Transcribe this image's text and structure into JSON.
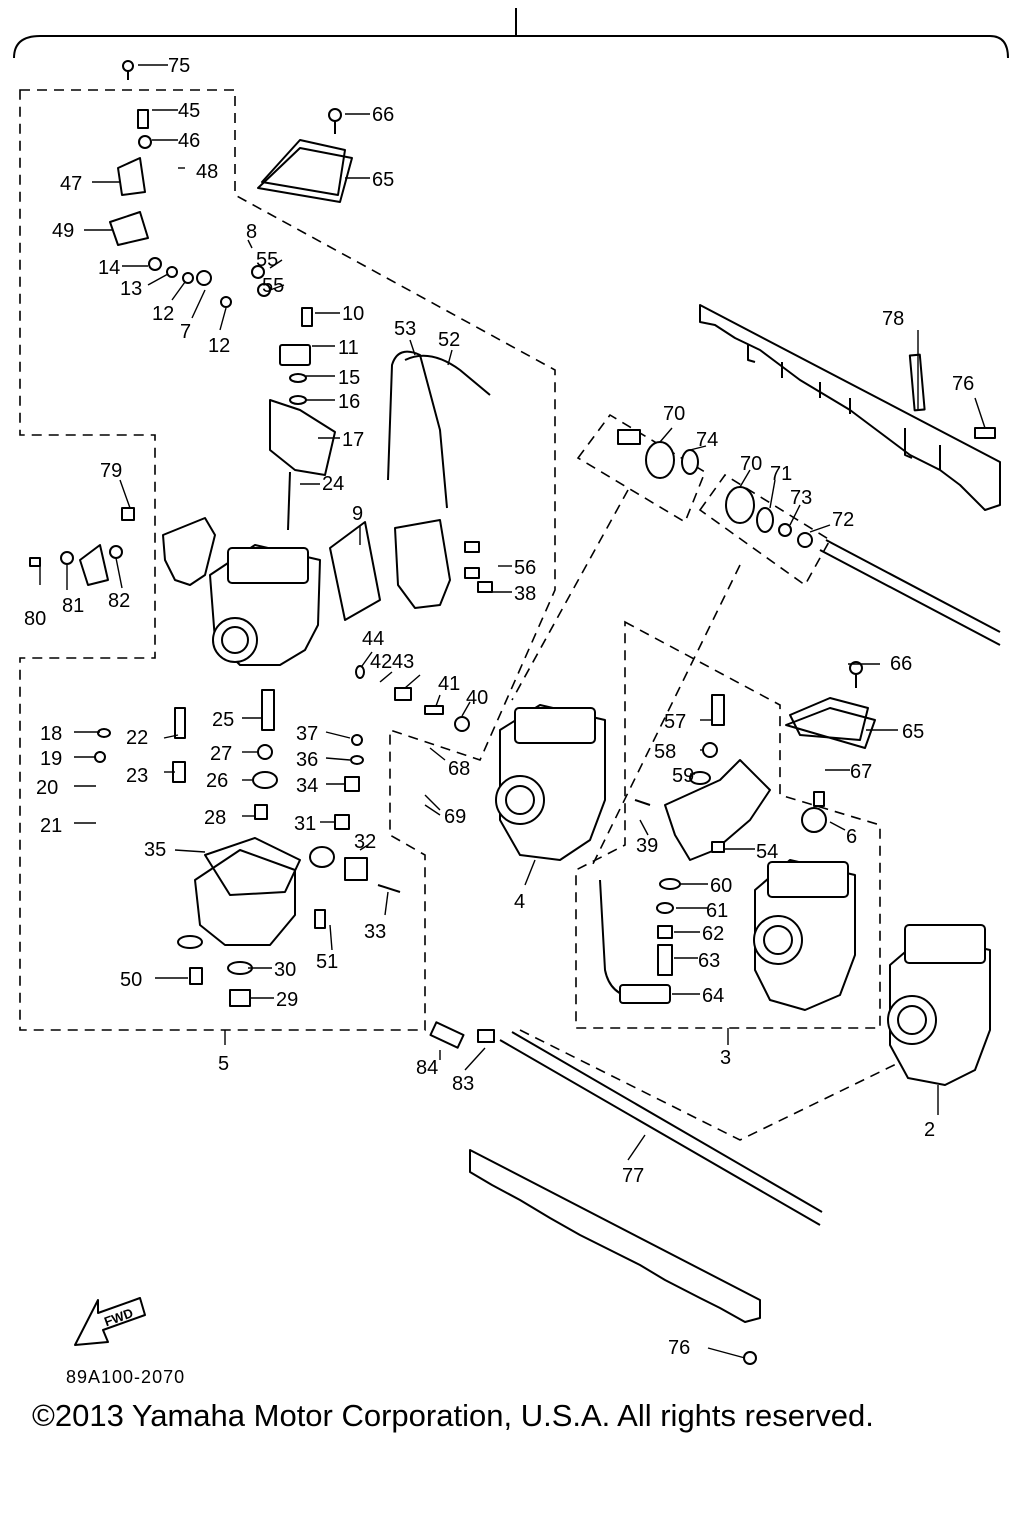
{
  "diagram": {
    "reference_code": "89A100-2070",
    "copyright": "©2013 Yamaha Motor Corporation, U.S.A. All rights reserved.",
    "fwd_label": "FWD",
    "callouts": [
      "75",
      "45",
      "46",
      "47",
      "48",
      "66",
      "65",
      "49",
      "8",
      "14",
      "13",
      "55",
      "55",
      "12",
      "7",
      "12",
      "10",
      "11",
      "15",
      "16",
      "17",
      "24",
      "53",
      "52",
      "78",
      "76",
      "70",
      "74",
      "70",
      "71",
      "73",
      "72",
      "79",
      "80",
      "81",
      "82",
      "9",
      "56",
      "38",
      "44",
      "42",
      "43",
      "41",
      "40",
      "18",
      "22",
      "25",
      "37",
      "19",
      "27",
      "36",
      "20",
      "23",
      "26",
      "34",
      "21",
      "28",
      "31",
      "35",
      "32",
      "33",
      "50",
      "30",
      "51",
      "29",
      "5",
      "57",
      "58",
      "59",
      "66",
      "65",
      "67",
      "6",
      "39",
      "54",
      "68",
      "69",
      "4",
      "60",
      "61",
      "62",
      "63",
      "64",
      "3",
      "84",
      "83",
      "77",
      "2",
      "76"
    ]
  }
}
